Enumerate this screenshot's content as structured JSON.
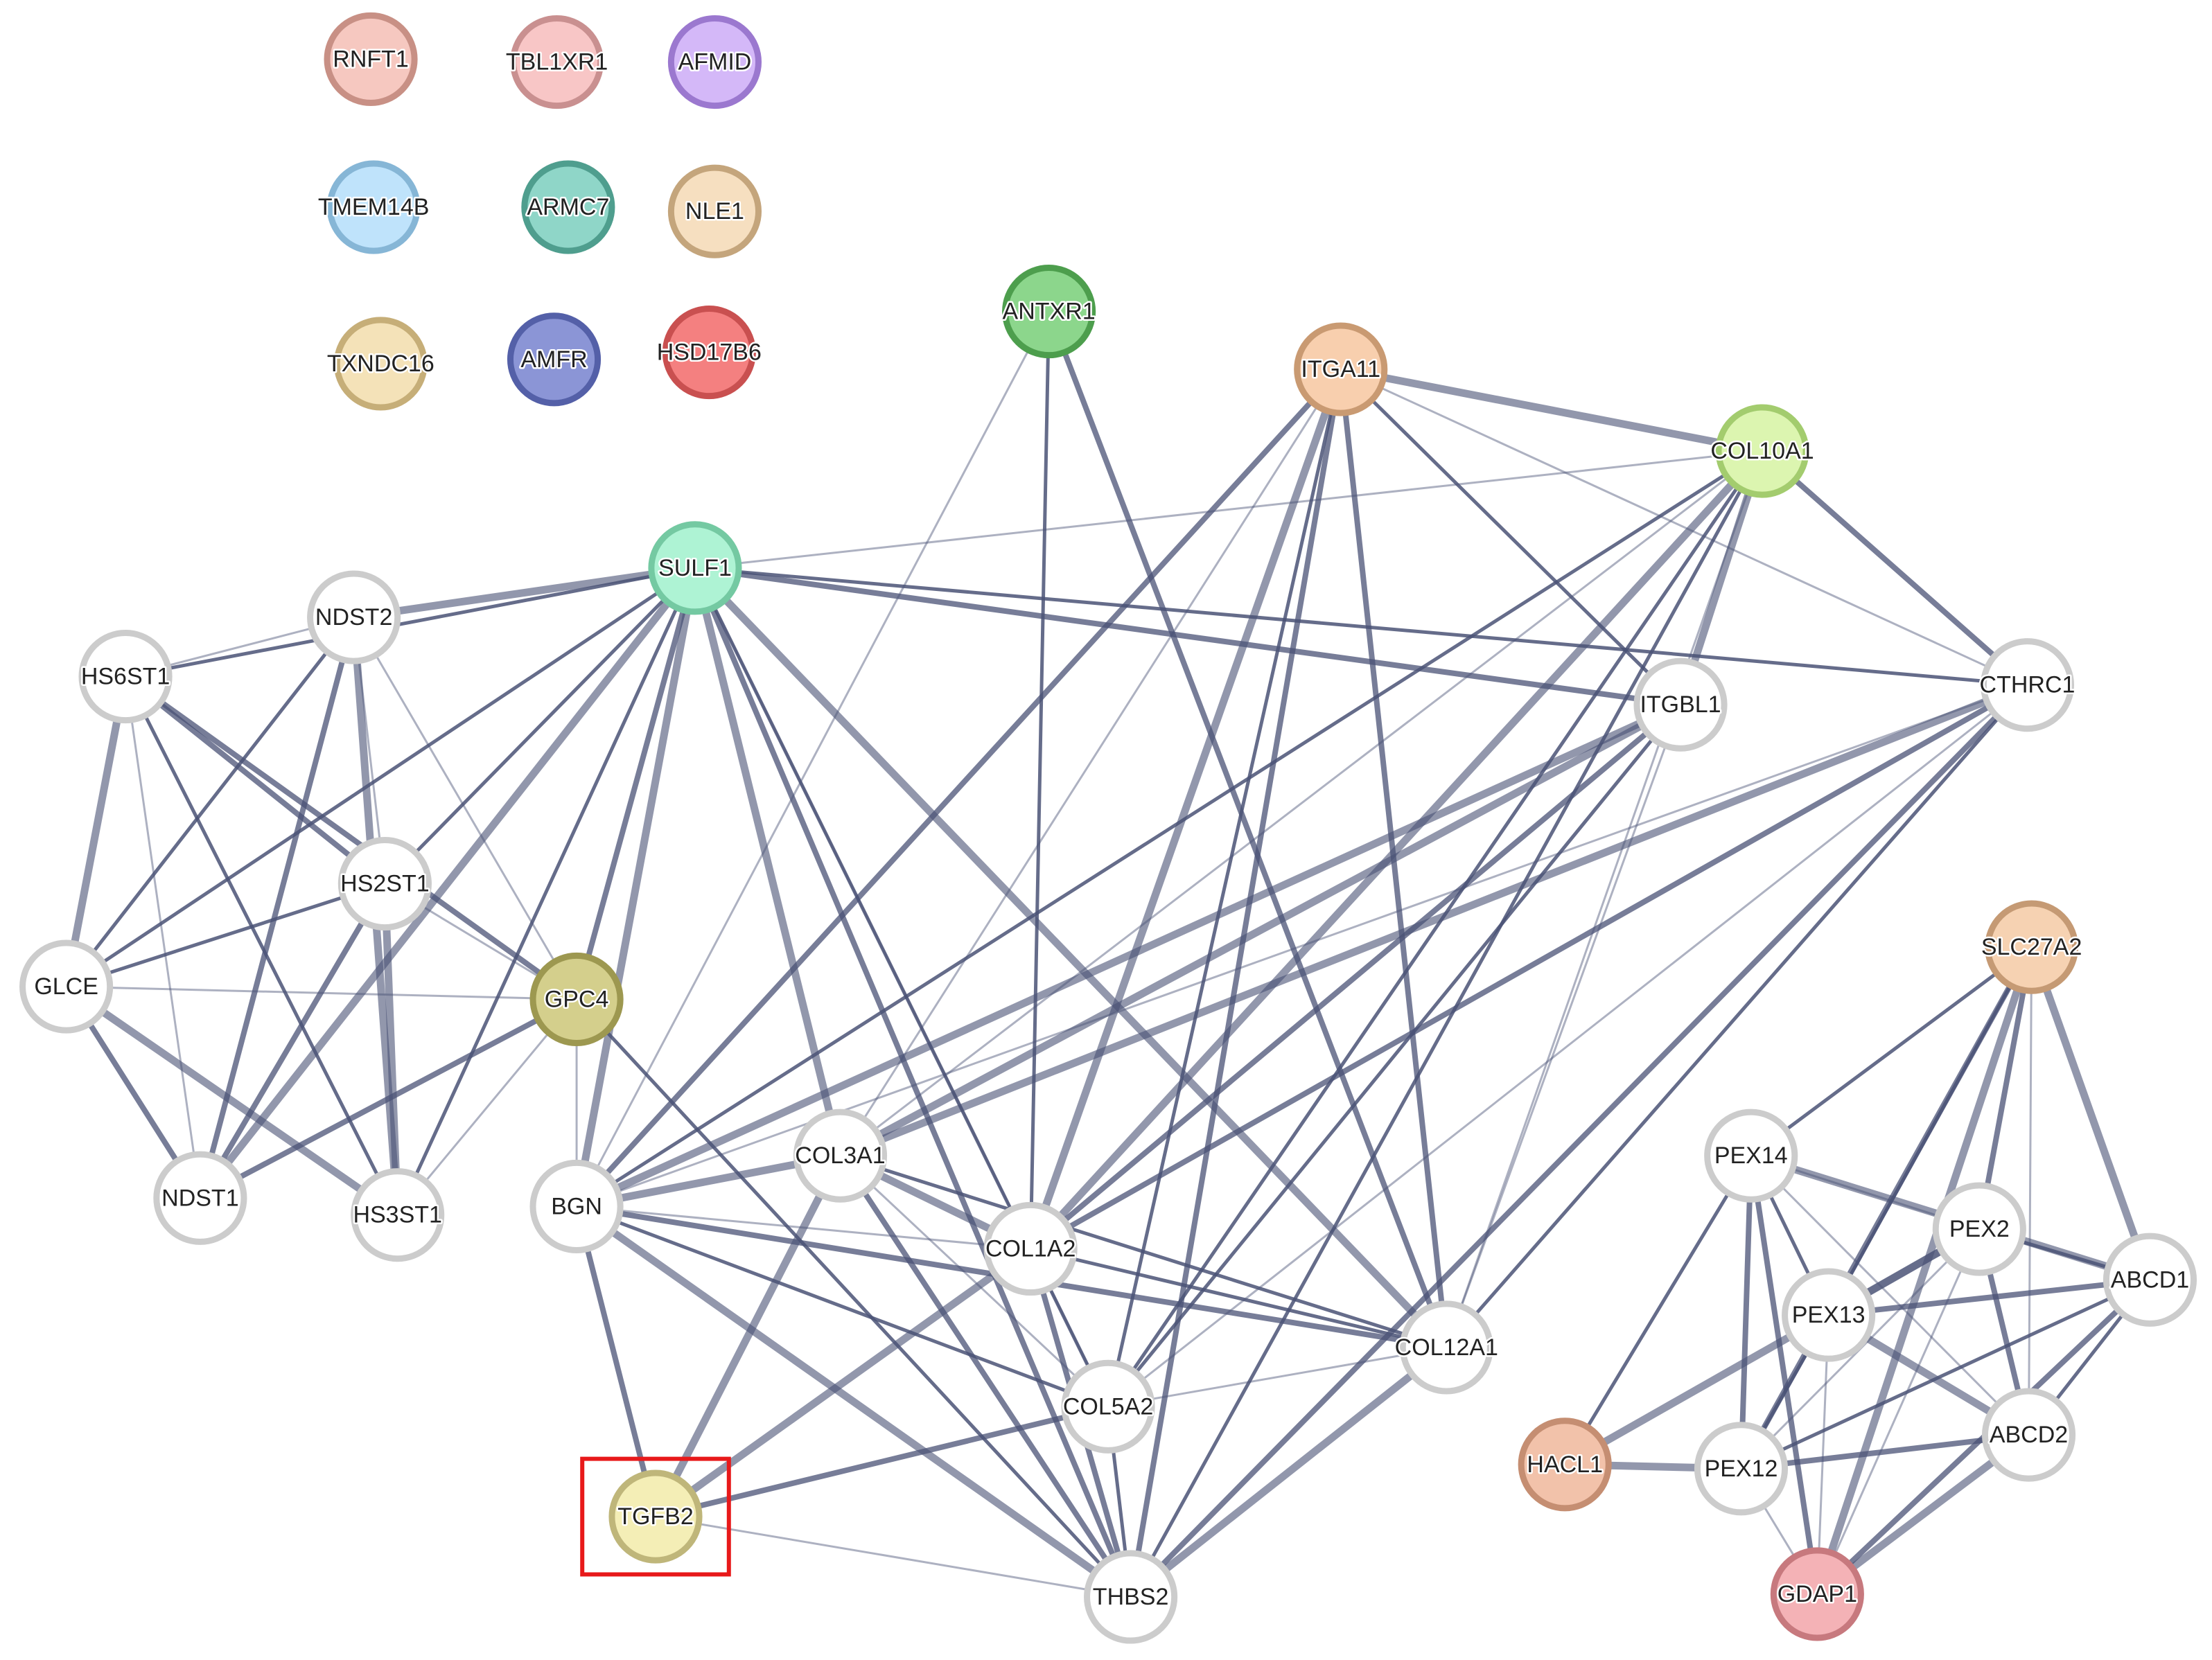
{
  "nodes": [
    {
      "id": "RNFT1",
      "label": "RNFT1",
      "fill": "#f6c8c0",
      "stroke": "#c89085"
    },
    {
      "id": "TBL1XR1",
      "label": "TBL1XR1",
      "fill": "#f8c6c6",
      "stroke": "#c99090"
    },
    {
      "id": "AFMID",
      "label": "AFMID",
      "fill": "#d4b8f8",
      "stroke": "#9b78cf"
    },
    {
      "id": "TMEM14B",
      "label": "TMEM14B",
      "fill": "#bfe3fb",
      "stroke": "#86b6d6"
    },
    {
      "id": "ARMC7",
      "label": "ARMC7",
      "fill": "#8fd6c8",
      "stroke": "#4f9e8e"
    },
    {
      "id": "NLE1",
      "label": "NLE1",
      "fill": "#f6dfc0",
      "stroke": "#c4a57c"
    },
    {
      "id": "TXNDC16",
      "label": "TXNDC16",
      "fill": "#f4e2b8",
      "stroke": "#c6ae78"
    },
    {
      "id": "AMFR",
      "label": "AMFR",
      "fill": "#8b95d6",
      "stroke": "#5460a8"
    },
    {
      "id": "HSD17B6",
      "label": "HSD17B6",
      "fill": "#f48080",
      "stroke": "#c95050"
    },
    {
      "id": "ANTXR1",
      "label": "ANTXR1",
      "fill": "#8cd68c",
      "stroke": "#4d9e4d"
    },
    {
      "id": "ITGA11",
      "label": "ITGA11",
      "fill": "#f8cfae",
      "stroke": "#c99a72"
    },
    {
      "id": "COL10A1",
      "label": "COL10A1",
      "fill": "#dcf5b0",
      "stroke": "#a3cc6e"
    },
    {
      "id": "SULF1",
      "label": "SULF1",
      "fill": "#aef3d4",
      "stroke": "#74c9a2"
    },
    {
      "id": "NDST2",
      "label": "NDST2",
      "fill": "#ffffff",
      "stroke": "#cccccc"
    },
    {
      "id": "HS6ST1",
      "label": "HS6ST1",
      "fill": "#ffffff",
      "stroke": "#cccccc"
    },
    {
      "id": "ITGBL1",
      "label": "ITGBL1",
      "fill": "#ffffff",
      "stroke": "#cccccc"
    },
    {
      "id": "CTHRC1",
      "label": "CTHRC1",
      "fill": "#ffffff",
      "stroke": "#cccccc"
    },
    {
      "id": "HS2ST1",
      "label": "HS2ST1",
      "fill": "#ffffff",
      "stroke": "#cccccc"
    },
    {
      "id": "GLCE",
      "label": "GLCE",
      "fill": "#ffffff",
      "stroke": "#cccccc"
    },
    {
      "id": "GPC4",
      "label": "GPC4",
      "fill": "#d4cf8c",
      "stroke": "#9d9850"
    },
    {
      "id": "SLC27A2",
      "label": "SLC27A2",
      "fill": "#f6d2b2",
      "stroke": "#c59a74"
    },
    {
      "id": "NDST1",
      "label": "NDST1",
      "fill": "#ffffff",
      "stroke": "#cccccc"
    },
    {
      "id": "HS3ST1",
      "label": "HS3ST1",
      "fill": "#ffffff",
      "stroke": "#cccccc"
    },
    {
      "id": "BGN",
      "label": "BGN",
      "fill": "#ffffff",
      "stroke": "#cccccc"
    },
    {
      "id": "COL3A1",
      "label": "COL3A1",
      "fill": "#ffffff",
      "stroke": "#cccccc"
    },
    {
      "id": "COL1A2",
      "label": "COL1A2",
      "fill": "#ffffff",
      "stroke": "#cccccc"
    },
    {
      "id": "PEX14",
      "label": "PEX14",
      "fill": "#ffffff",
      "stroke": "#cccccc"
    },
    {
      "id": "PEX2",
      "label": "PEX2",
      "fill": "#ffffff",
      "stroke": "#cccccc"
    },
    {
      "id": "ABCD1",
      "label": "ABCD1",
      "fill": "#ffffff",
      "stroke": "#cccccc"
    },
    {
      "id": "PEX13",
      "label": "PEX13",
      "fill": "#ffffff",
      "stroke": "#cccccc"
    },
    {
      "id": "COL12A1",
      "label": "COL12A1",
      "fill": "#ffffff",
      "stroke": "#cccccc"
    },
    {
      "id": "COL5A2",
      "label": "COL5A2",
      "fill": "#ffffff",
      "stroke": "#cccccc"
    },
    {
      "id": "HACL1",
      "label": "HACL1",
      "fill": "#f2c2aa",
      "stroke": "#c58e72"
    },
    {
      "id": "PEX12",
      "label": "PEX12",
      "fill": "#ffffff",
      "stroke": "#cccccc"
    },
    {
      "id": "ABCD2",
      "label": "ABCD2",
      "fill": "#ffffff",
      "stroke": "#cccccc"
    },
    {
      "id": "TGFB2",
      "label": "TGFB2",
      "fill": "#f4eeb6",
      "stroke": "#bfb67a"
    },
    {
      "id": "THBS2",
      "label": "THBS2",
      "fill": "#ffffff",
      "stroke": "#cccccc"
    },
    {
      "id": "GDAP1",
      "label": "GDAP1",
      "fill": "#f4b2b6",
      "stroke": "#c7797e"
    }
  ],
  "edges": [
    [
      "HS6ST1",
      "NDST2"
    ],
    [
      "HS6ST1",
      "SULF1"
    ],
    [
      "HS6ST1",
      "HS2ST1"
    ],
    [
      "HS6ST1",
      "GLCE"
    ],
    [
      "HS6ST1",
      "NDST1"
    ],
    [
      "HS6ST1",
      "HS3ST1"
    ],
    [
      "HS6ST1",
      "GPC4"
    ],
    [
      "NDST2",
      "SULF1"
    ],
    [
      "NDST2",
      "HS2ST1"
    ],
    [
      "NDST2",
      "GLCE"
    ],
    [
      "NDST2",
      "NDST1"
    ],
    [
      "NDST2",
      "HS3ST1"
    ],
    [
      "NDST2",
      "GPC4"
    ],
    [
      "HS2ST1",
      "GLCE"
    ],
    [
      "HS2ST1",
      "NDST1"
    ],
    [
      "HS2ST1",
      "HS3ST1"
    ],
    [
      "HS2ST1",
      "GPC4"
    ],
    [
      "HS2ST1",
      "SULF1"
    ],
    [
      "GLCE",
      "NDST1"
    ],
    [
      "GLCE",
      "HS3ST1"
    ],
    [
      "GLCE",
      "GPC4"
    ],
    [
      "GLCE",
      "SULF1"
    ],
    [
      "NDST1",
      "GPC4"
    ],
    [
      "NDST1",
      "SULF1"
    ],
    [
      "HS3ST1",
      "GPC4"
    ],
    [
      "HS3ST1",
      "SULF1"
    ],
    [
      "SULF1",
      "GPC4"
    ],
    [
      "SULF1",
      "BGN"
    ],
    [
      "SULF1",
      "COL10A1"
    ],
    [
      "SULF1",
      "CTHRC1"
    ],
    [
      "SULF1",
      "ITGBL1"
    ],
    [
      "SULF1",
      "COL3A1"
    ],
    [
      "SULF1",
      "COL1A2"
    ],
    [
      "SULF1",
      "COL5A2"
    ],
    [
      "SULF1",
      "THBS2"
    ],
    [
      "SULF1",
      "COL12A1"
    ],
    [
      "GPC4",
      "BGN"
    ],
    [
      "GPC4",
      "THBS2"
    ],
    [
      "BGN",
      "TGFB2"
    ],
    [
      "BGN",
      "COL3A1"
    ],
    [
      "BGN",
      "COL1A2"
    ],
    [
      "BGN",
      "COL5A2"
    ],
    [
      "BGN",
      "COL12A1"
    ],
    [
      "BGN",
      "THBS2"
    ],
    [
      "BGN",
      "ANTXR1"
    ],
    [
      "BGN",
      "COL10A1"
    ],
    [
      "BGN",
      "ITGA11"
    ],
    [
      "BGN",
      "ITGBL1"
    ],
    [
      "BGN",
      "CTHRC1"
    ],
    [
      "ANTXR1",
      "COL1A2"
    ],
    [
      "ANTXR1",
      "COL12A1"
    ],
    [
      "ITGA11",
      "COL1A2"
    ],
    [
      "ITGA11",
      "COL3A1"
    ],
    [
      "ITGA11",
      "COL5A2"
    ],
    [
      "ITGA11",
      "COL12A1"
    ],
    [
      "ITGA11",
      "COL10A1"
    ],
    [
      "ITGA11",
      "CTHRC1"
    ],
    [
      "ITGA11",
      "ITGBL1"
    ],
    [
      "ITGA11",
      "THBS2"
    ],
    [
      "COL10A1",
      "COL1A2"
    ],
    [
      "COL10A1",
      "COL3A1"
    ],
    [
      "COL10A1",
      "COL5A2"
    ],
    [
      "COL10A1",
      "CTHRC1"
    ],
    [
      "COL10A1",
      "ITGBL1"
    ],
    [
      "COL10A1",
      "COL12A1"
    ],
    [
      "COL10A1",
      "THBS2"
    ],
    [
      "ITGBL1",
      "COL1A2"
    ],
    [
      "ITGBL1",
      "COL3A1"
    ],
    [
      "ITGBL1",
      "COL12A1"
    ],
    [
      "ITGBL1",
      "COL5A2"
    ],
    [
      "CTHRC1",
      "COL1A2"
    ],
    [
      "CTHRC1",
      "COL3A1"
    ],
    [
      "CTHRC1",
      "COL5A2"
    ],
    [
      "CTHRC1",
      "COL12A1"
    ],
    [
      "CTHRC1",
      "THBS2"
    ],
    [
      "COL3A1",
      "COL1A2"
    ],
    [
      "COL3A1",
      "COL5A2"
    ],
    [
      "COL3A1",
      "COL12A1"
    ],
    [
      "COL3A1",
      "THBS2"
    ],
    [
      "COL3A1",
      "TGFB2"
    ],
    [
      "COL1A2",
      "COL5A2"
    ],
    [
      "COL1A2",
      "COL12A1"
    ],
    [
      "COL1A2",
      "THBS2"
    ],
    [
      "COL1A2",
      "TGFB2"
    ],
    [
      "COL5A2",
      "COL12A1"
    ],
    [
      "COL5A2",
      "THBS2"
    ],
    [
      "COL5A2",
      "TGFB2"
    ],
    [
      "COL12A1",
      "THBS2"
    ],
    [
      "TGFB2",
      "THBS2"
    ],
    [
      "SLC27A2",
      "PEX14"
    ],
    [
      "SLC27A2",
      "PEX2"
    ],
    [
      "SLC27A2",
      "ABCD1"
    ],
    [
      "SLC27A2",
      "ABCD2"
    ],
    [
      "SLC27A2",
      "PEX13"
    ],
    [
      "SLC27A2",
      "PEX12"
    ],
    [
      "SLC27A2",
      "GDAP1"
    ],
    [
      "PEX14",
      "PEX2"
    ],
    [
      "PEX14",
      "PEX13"
    ],
    [
      "PEX14",
      "PEX12"
    ],
    [
      "PEX14",
      "ABCD1"
    ],
    [
      "PEX14",
      "ABCD2"
    ],
    [
      "PEX14",
      "HACL1"
    ],
    [
      "PEX14",
      "GDAP1"
    ],
    [
      "PEX2",
      "PEX13"
    ],
    [
      "PEX2",
      "PEX12"
    ],
    [
      "PEX2",
      "ABCD1"
    ],
    [
      "PEX2",
      "ABCD2"
    ],
    [
      "PEX2",
      "HACL1"
    ],
    [
      "PEX2",
      "GDAP1"
    ],
    [
      "PEX13",
      "PEX12"
    ],
    [
      "PEX13",
      "ABCD1"
    ],
    [
      "PEX13",
      "ABCD2"
    ],
    [
      "PEX13",
      "GDAP1"
    ],
    [
      "PEX12",
      "ABCD1"
    ],
    [
      "PEX12",
      "ABCD2"
    ],
    [
      "PEX12",
      "HACL1"
    ],
    [
      "PEX12",
      "GDAP1"
    ],
    [
      "ABCD1",
      "ABCD2"
    ],
    [
      "ABCD1",
      "GDAP1"
    ],
    [
      "ABCD2",
      "GDAP1"
    ]
  ],
  "highlight": {
    "node": "TGFB2",
    "color": "#e8191a"
  }
}
